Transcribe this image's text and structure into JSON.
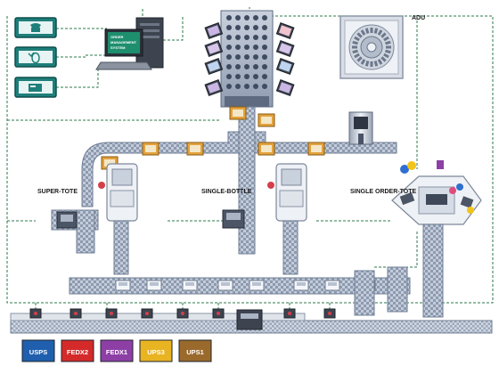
{
  "labels": {
    "adu": "ADU",
    "super_tote": "SUPER-TOTE",
    "single_bottle": "SINGLE-BOTTLE",
    "single_order_tote": "SINGLE ORDER-TOTE",
    "system_line1": "ORDER",
    "system_line2": "MANAGEMENT",
    "system_line3": "SYSTEM"
  },
  "carriers": [
    {
      "name": "USPS",
      "color": "#1f5fae"
    },
    {
      "name": "FEDX2",
      "color": "#d42a2a"
    },
    {
      "name": "FEDX1",
      "color": "#8e3fa6"
    },
    {
      "name": "UPS3",
      "color": "#e9b422"
    },
    {
      "name": "UPS1",
      "color": "#9a6a2c"
    }
  ],
  "monitor_icons": [
    "phone-icon",
    "mouse-icon",
    "card-icon"
  ],
  "colors": {
    "belt": "#b9c4d3",
    "belt_dark": "#7f8ea3",
    "tote": "#e3a23c",
    "network": "#2b7a4b",
    "machine": "#e8ecf2"
  }
}
